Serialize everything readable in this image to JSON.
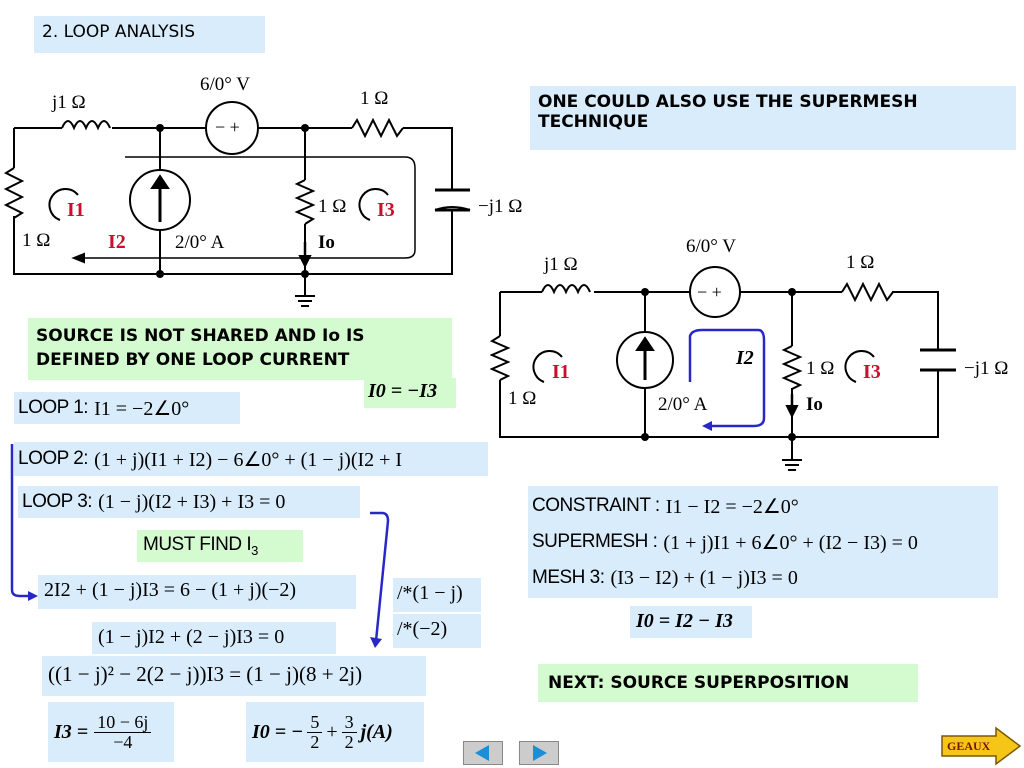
{
  "slide_title": "2. LOOP ANALYSIS",
  "note_supermesh": "ONE COULD ALSO USE THE  SUPERMESH TECHNIQUE",
  "note_source": "SOURCE IS NOT SHARED AND Io IS DEFINED BY ONE LOOP CURRENT",
  "io_def": "I0 = −I3",
  "loop1": {
    "label": "LOOP 1:",
    "eq": "I1 = −2∠0°"
  },
  "loop2": {
    "label": "LOOP 2:",
    "eq": "(1 + j)(I1 + I2) − 6∠0° + (1 − j)(I2 + I"
  },
  "loop3": {
    "label": "LOOP 3:",
    "eq": "(1 − j)(I2 + I3) + I3 = 0"
  },
  "must_find": {
    "text": "MUST FIND  I",
    "sub": "3"
  },
  "eq_a": "2I2 + (1 − j)I3 = 6 − (1 + j)(−2)",
  "eq_b": "(1 − j)I2 + (2 − j)I3 = 0",
  "mult_a": "/*(1 − j)",
  "mult_b": "/*(−2)",
  "eq_c": "((1 − j)² − 2(2 − j))I3 = (1 − j)(8 + 2j)",
  "i3_result": {
    "lhs": "I3 =",
    "num": "10 − 6j",
    "den": "−4"
  },
  "i0_result": {
    "lhs": "I0 = −",
    "num1": "5",
    "den1": "2",
    "plus": "+",
    "num2": "3",
    "den2": "2",
    "tail": "j(A)"
  },
  "constraint": {
    "label": "CONSTRAINT :",
    "eq": "I1 − I2 = −2∠0°"
  },
  "supermesh": {
    "label": "SUPERMESH :",
    "eq": "(1 + j)I1 + 6∠0° + (I2 − I3) = 0"
  },
  "mesh3": {
    "label": "MESH 3:",
    "eq": "(I3 − I2) + (1 − j)I3 = 0"
  },
  "i0_super": "I0 = I2 − I3",
  "next": "NEXT: SOURCE SUPERPOSITION",
  "geaux": "GEAUX",
  "circuit": {
    "inductor": "j1 Ω",
    "vsource": "6/0° V",
    "r_top": "1 Ω",
    "r_left": "1 Ω",
    "r_mid": "1 Ω",
    "cap": "−j1 Ω",
    "isource": "2/0° A",
    "i1": "I1",
    "i2": "I2",
    "i3": "I3",
    "io": "Io"
  },
  "colors": {
    "blue_box": "#d9ecfb",
    "green_box": "#d4fbcf",
    "loop_arrow": "#2828c8",
    "current_label": "#c8102e"
  }
}
